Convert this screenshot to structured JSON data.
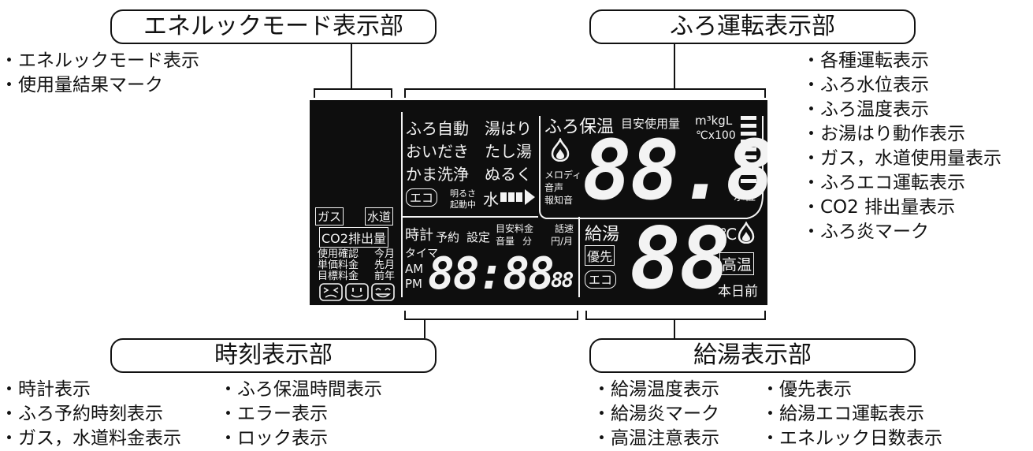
{
  "sections": {
    "enerluck": {
      "title": "エネルックモード表示部",
      "items": [
        "エネルックモード表示",
        "使用量結果マーク"
      ]
    },
    "furo": {
      "title": "ふろ運転表示部",
      "items": [
        "各種運転表示",
        "ふろ水位表示",
        "ふろ温度表示",
        "お湯はり動作表示",
        "ガス，水道使用量表示",
        "ふろエコ運転表示",
        "CO2 排出量表示",
        "ふろ炎マーク"
      ]
    },
    "clock": {
      "title": "時刻表示部",
      "col1": [
        "時計表示",
        "ふろ予約時刻表示",
        "ガス，水道料金表示"
      ],
      "col2": [
        "ふろ保温時間表示",
        "エラー表示",
        "ロック表示"
      ]
    },
    "kyuto": {
      "title": "給湯表示部",
      "col1": [
        "給湯温度表示",
        "給湯炎マーク",
        "高温注意表示"
      ],
      "col2": [
        "優先表示",
        "給湯エコ運転表示",
        "エネルック日数表示"
      ]
    }
  },
  "lcd": {
    "ops": [
      "ふろ自動",
      "湯はり",
      "おいだき",
      "たし湯",
      "かま洗浄",
      "ぬるく"
    ],
    "eco": "エコ",
    "akarusa": "明るさ",
    "kidouchu": "起動中",
    "mizu": "水",
    "furo_hoon": "ふろ保温",
    "meyasu_shiyouryou": "目安使用量",
    "unit_m3kgL": "m³kgL",
    "unit_c_x100": "℃x100",
    "melody": "メロディ",
    "onsei": "音声",
    "hochion": "報知音",
    "furo_digits": "88.8",
    "suii": "水位",
    "gas": "ガス",
    "suido": "水道",
    "co2": "CO2排出量",
    "use_labels_left": [
      "使用確認",
      "単価料金",
      "目標料金"
    ],
    "use_labels_right": [
      "今月",
      "先月",
      "前年"
    ],
    "clock_labels": {
      "tokei": "時計",
      "taima": "タイマ",
      "am": "AM",
      "pm": "PM",
      "yoyaku": "予約",
      "settei": "設定",
      "meyasu_ryoukin": "目安料金",
      "onryou": "音量",
      "fun": "分",
      "wasoku": "話速",
      "yen_month": "円/月"
    },
    "clock_digits": "88:88",
    "clock_small_digits": "88",
    "kyuto_label": "給湯",
    "yusen": "優先",
    "kyuto_digits": "88",
    "celsius": "℃",
    "kouon": "高温",
    "honjitsu_mae": "本日前"
  }
}
